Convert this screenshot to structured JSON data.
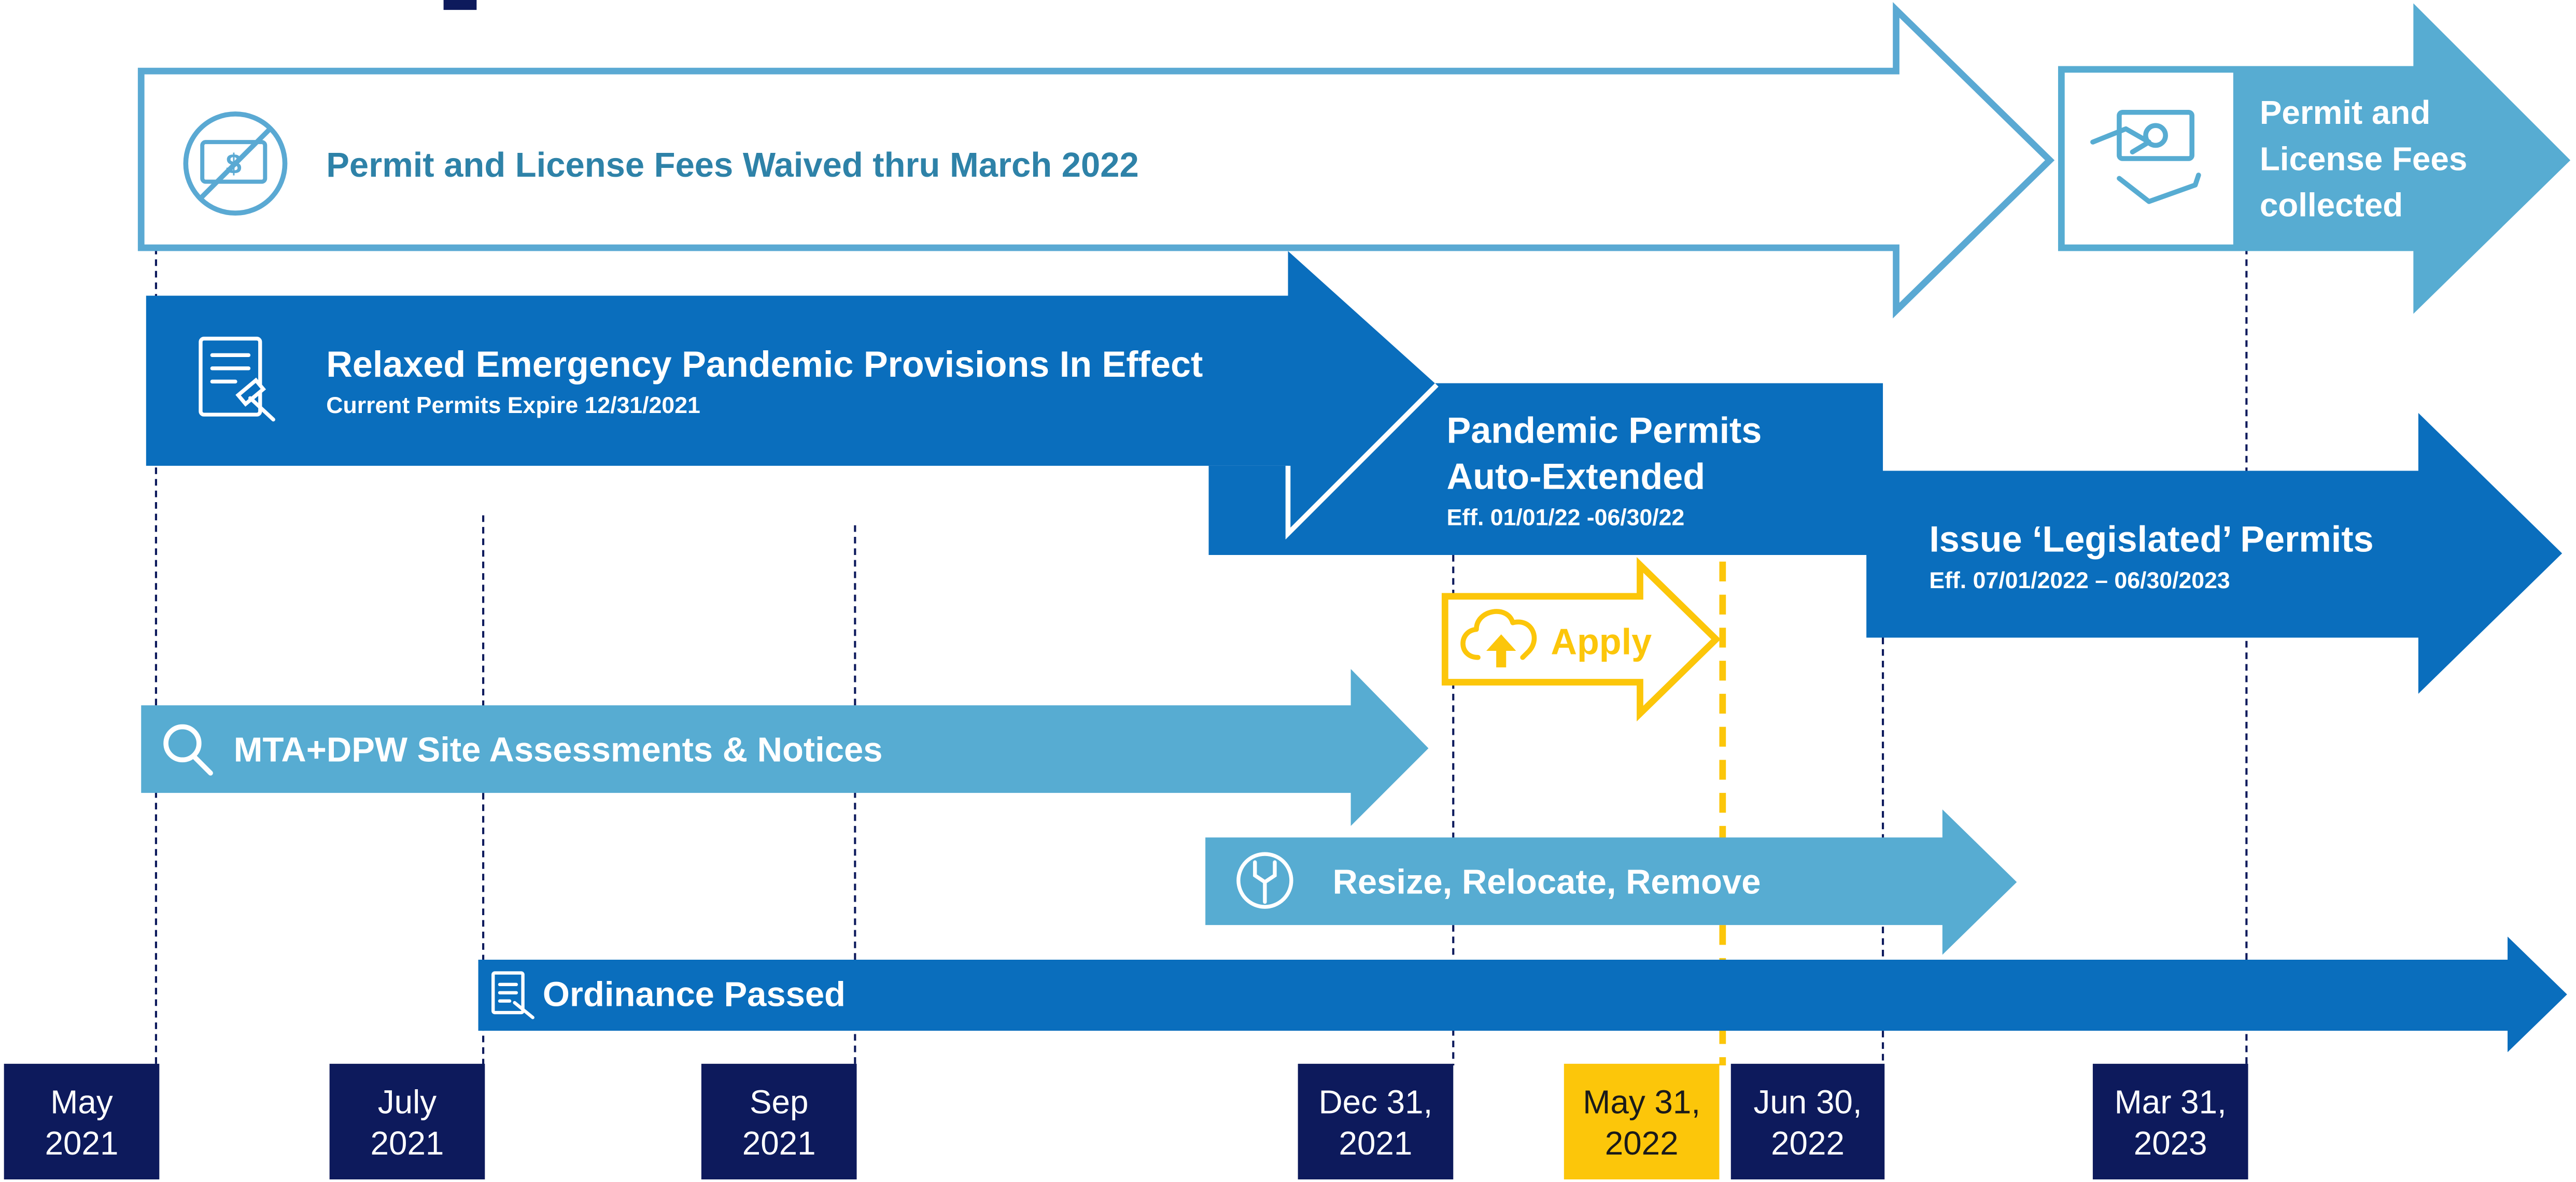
{
  "colors": {
    "dark_blue": "#0a6ebd",
    "light_blue": "#57acd2",
    "outline_blue": "#5aa9d3",
    "title_teal": "#2e82a8",
    "navy": "#0d1a5c",
    "yellow": "#fcc60a",
    "white": "#ffffff"
  },
  "icons": {
    "fees_waived": "no-money-icon",
    "fees_collected": "cash-hand-icon",
    "relaxed": "document-gavel-icon",
    "apply": "cloud-upload-icon",
    "assessments": "search-icon",
    "resize": "wrench-gear-icon",
    "ordinance": "document-pen-icon"
  },
  "bars": {
    "fees_waived": {
      "label": "Permit and License Fees Waived thru March 2022"
    },
    "fees_collected": {
      "line1": "Permit and",
      "line2": "License Fees",
      "line3": "collected"
    },
    "relaxed": {
      "title": "Relaxed Emergency Pandemic Provisions In Effect",
      "subtitle": "Current Permits Expire 12/31/2021"
    },
    "pandemic": {
      "line1": "Pandemic Permits",
      "line2": "Auto-Extended",
      "subtitle": "Eff. 01/01/22 -06/30/22"
    },
    "legislated": {
      "title": "Issue ‘Legislated’ Permits",
      "subtitle": "Eff. 07/01/2022 – 06/30/2023"
    },
    "apply": {
      "label": "Apply"
    },
    "assessments": {
      "label": "MTA+DPW Site Assessments & Notices"
    },
    "resize": {
      "label": "Resize, Relocate, Remove"
    },
    "ordinance": {
      "label": "Ordinance Passed"
    }
  },
  "timeline": [
    {
      "line1": "May",
      "line2": "2021",
      "highlight": false
    },
    {
      "line1": "July",
      "line2": "2021",
      "highlight": false
    },
    {
      "line1": "Sep",
      "line2": "2021",
      "highlight": false
    },
    {
      "line1": "Dec 31,",
      "line2": "2021",
      "highlight": false
    },
    {
      "line1": "May 31,",
      "line2": "2022",
      "highlight": true
    },
    {
      "line1": "Jun 30,",
      "line2": "2022",
      "highlight": false
    },
    {
      "line1": "Mar 31,",
      "line2": "2023",
      "highlight": false
    }
  ]
}
